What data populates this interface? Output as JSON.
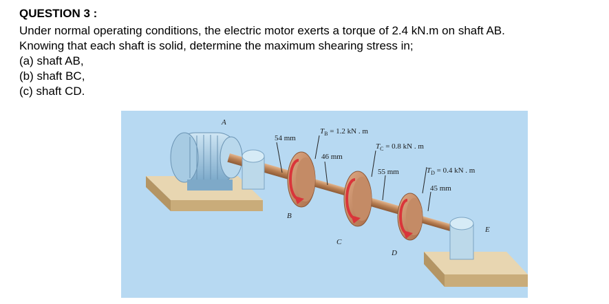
{
  "question": {
    "title": "QUESTION 3 :",
    "line1": "Under normal operating conditions, the electric motor exerts a torque of 2.4 kN.m on shaft AB.",
    "line2": "Knowing that each shaft is solid, determine the maximum shearing stress in;",
    "parts": [
      "(a) shaft AB,",
      "(b) shaft BC,",
      "(c) shaft CD."
    ]
  },
  "figure": {
    "labels": {
      "A": "A",
      "B": "B",
      "C": "C",
      "D": "D",
      "E": "E",
      "d_ab": "54 mm",
      "d_bc": "46 mm",
      "d_cd": "55 mm",
      "d_de": "45 mm",
      "TB": "T",
      "TB_sub": "B",
      "TB_val": " = 1.2 kN . m",
      "TC": "T",
      "TC_sub": "C",
      "TC_val": " = 0.8 kN . m",
      "TD": "T",
      "TD_sub": "D",
      "TD_val": " = 0.4 kN . m"
    },
    "colors": {
      "background": "#b7d9f2",
      "base": "#d8c39a",
      "motor": "#9cc3df",
      "bearing": "#bcd9ea",
      "shaft": "#c08a5e",
      "gear": "#c98f6c",
      "arrow": "#d9353a"
    }
  }
}
